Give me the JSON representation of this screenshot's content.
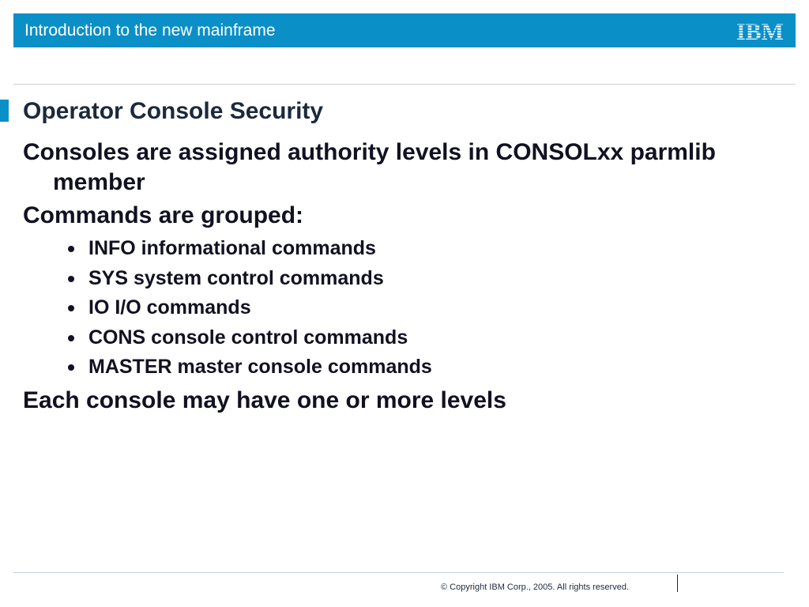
{
  "header": {
    "title": "Introduction to the new mainframe",
    "logo_text": "IBM",
    "bar_color": "#0a8fc7"
  },
  "slide": {
    "title": "Operator Console Security",
    "bullets": [
      "Consoles are assigned authority levels in CONSOLxx parmlib member",
      "Commands are grouped:"
    ],
    "sub_bullets": [
      "INFO informational commands",
      "SYS system control commands",
      "IO I/O commands",
      "CONS console control commands",
      "MASTER master console commands"
    ],
    "closing_bullet": "Each console may have one or more levels"
  },
  "footer": {
    "copyright": "© Copyright IBM Corp., 2005. All rights reserved."
  }
}
